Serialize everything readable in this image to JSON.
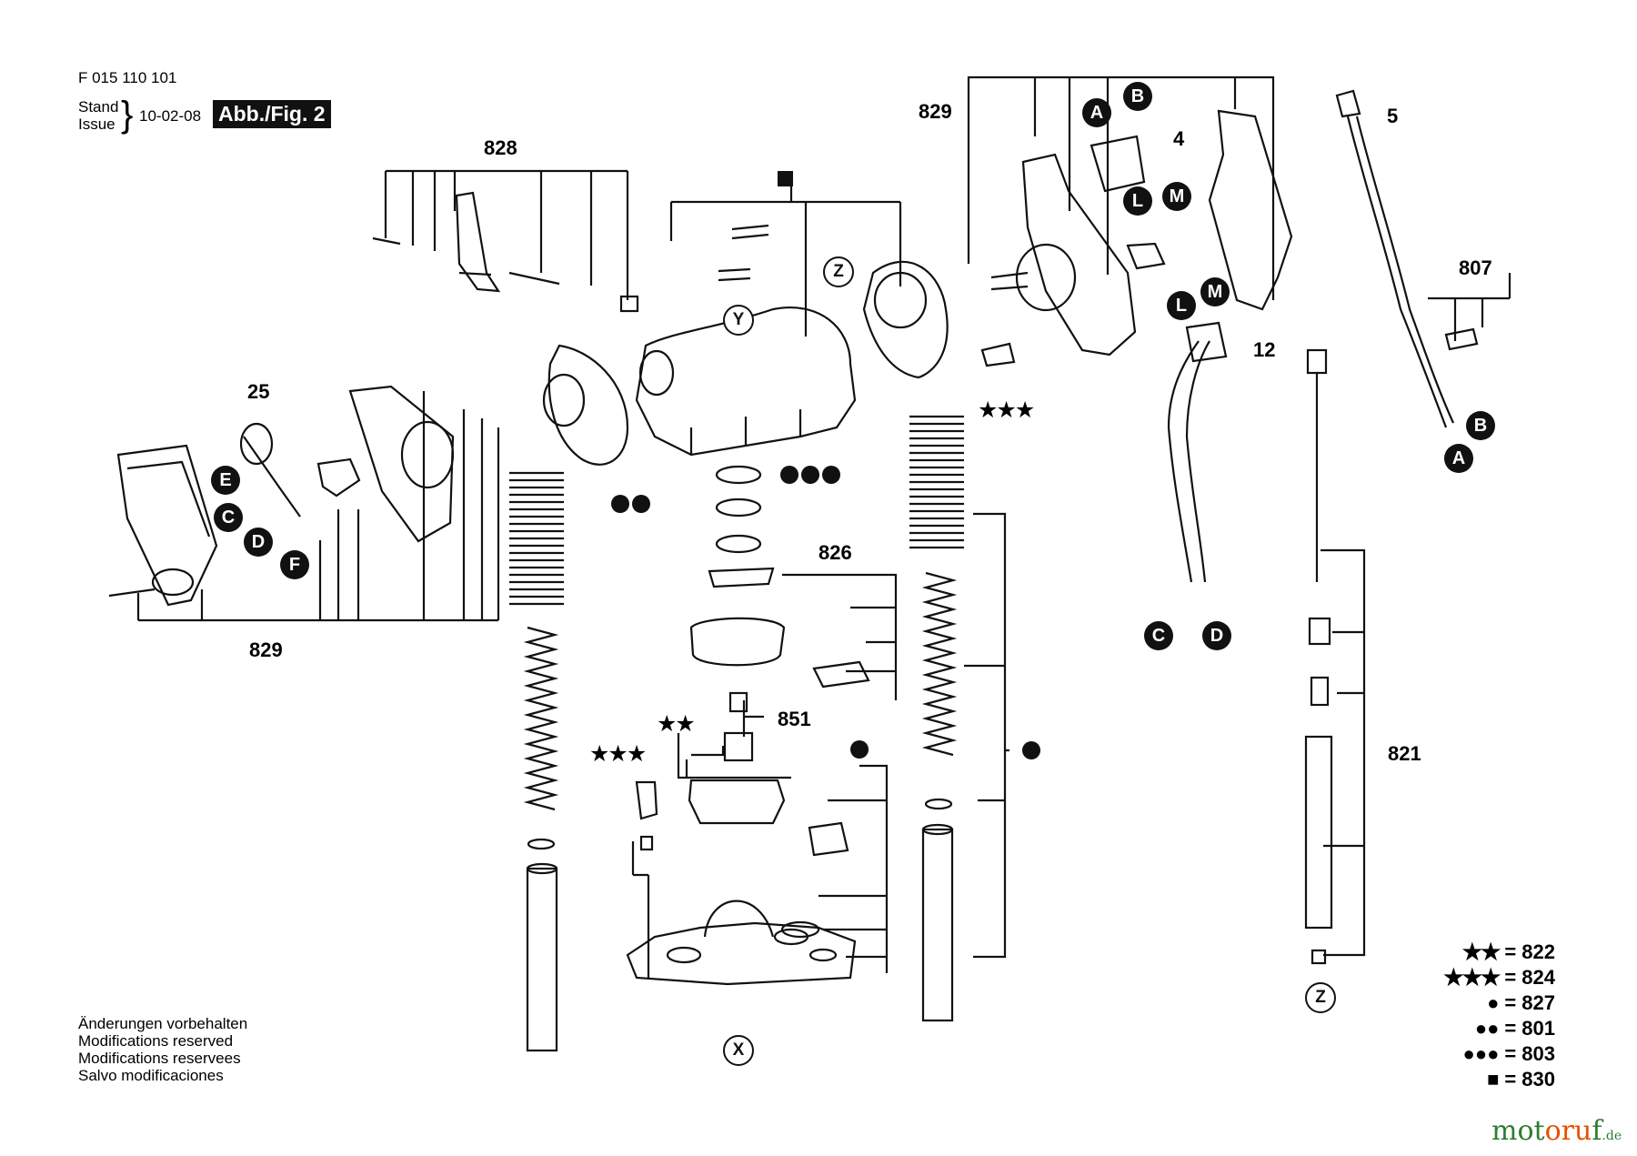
{
  "header": {
    "doc_number": "F 015 110 101",
    "stand_label": "Stand",
    "issue_label": "Issue",
    "date": "10-02-08",
    "figure": "Abb./Fig. 2"
  },
  "part_numbers": {
    "n828": "828",
    "n829_left": "829",
    "n829_top": "829",
    "n25": "25",
    "n826": "826",
    "n851": "851",
    "n4": "4",
    "n5": "5",
    "n12": "12",
    "n807": "807",
    "n821": "821"
  },
  "letter_markers": {
    "A_top": "A",
    "B_top": "B",
    "L_top": "L",
    "M_top": "M",
    "E": "E",
    "C_left": "C",
    "D_left": "D",
    "F": "F",
    "L_mid": "L",
    "M_mid": "M",
    "C_bottom": "C",
    "D_bottom": "D",
    "B_cord": "B",
    "A_cord": "A"
  },
  "ring_markers": {
    "X": "X",
    "Y": "Y",
    "Z_top": "Z",
    "Z_bottom": "Z"
  },
  "legend": [
    {
      "symbol": "★★",
      "value": "822"
    },
    {
      "symbol": "★★★",
      "value": "824"
    },
    {
      "symbol": "●",
      "value": "827"
    },
    {
      "symbol": "●●",
      "value": "801"
    },
    {
      "symbol": "●●●",
      "value": "803"
    },
    {
      "symbol": "■",
      "value": "830"
    }
  ],
  "notes": [
    "Änderungen vorbehalten",
    "Modifications reserved",
    "Modifications reservees",
    "Salvo modificaciones"
  ],
  "brand": {
    "part1": "mot",
    "part2": "oru",
    "part3": "f",
    "tld": ".de"
  }
}
